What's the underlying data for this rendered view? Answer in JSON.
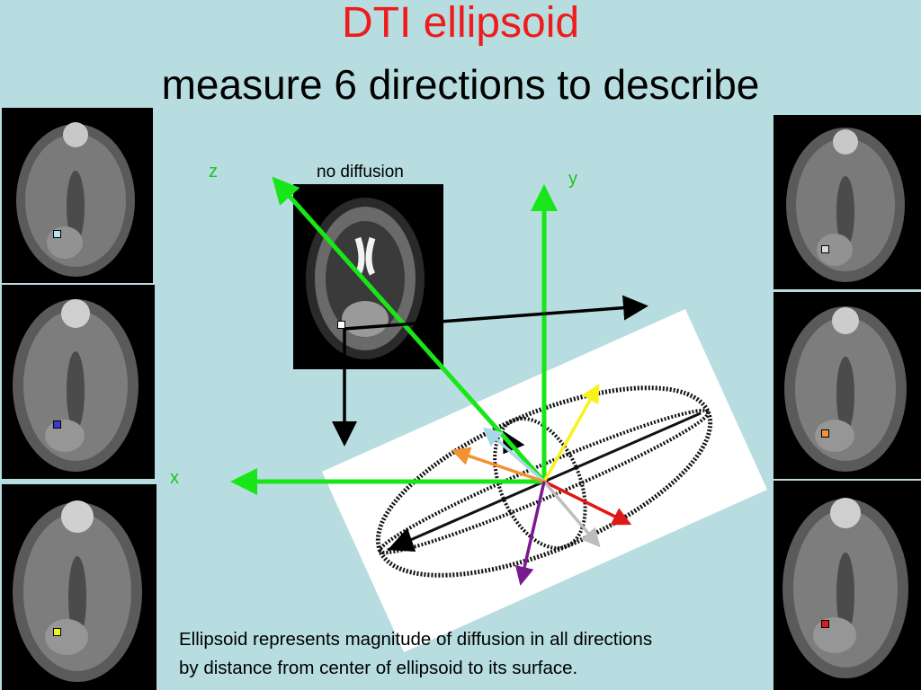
{
  "title": "DTI ellipsoid",
  "subtitle": "measure 6 directions to describe",
  "axes": {
    "z": "z",
    "y": "y",
    "x": "x"
  },
  "no_diffusion_label": "no diffusion",
  "caption_line1": "Ellipsoid represents magnitude of diffusion in all directions",
  "caption_line2": "by distance from center of ellipsoid to its surface.",
  "colors": {
    "background": "#b7dde0",
    "title": "#ee1c1c",
    "axis_arrow": "#19e619",
    "roi_left": [
      "#b4e4ec",
      "#3b3bc9",
      "#f2f21c"
    ],
    "roi_right": [
      "#d8d8d8",
      "#f39230",
      "#e01818"
    ],
    "direction_vectors": [
      "#f7f21c",
      "#a8d8e6",
      "#f39230",
      "#e01818",
      "#bdbdbd",
      "#7a1a8c"
    ]
  },
  "icons": [
    "brain-scan-image",
    "ellipsoid-icon",
    "arrow-icon"
  ]
}
